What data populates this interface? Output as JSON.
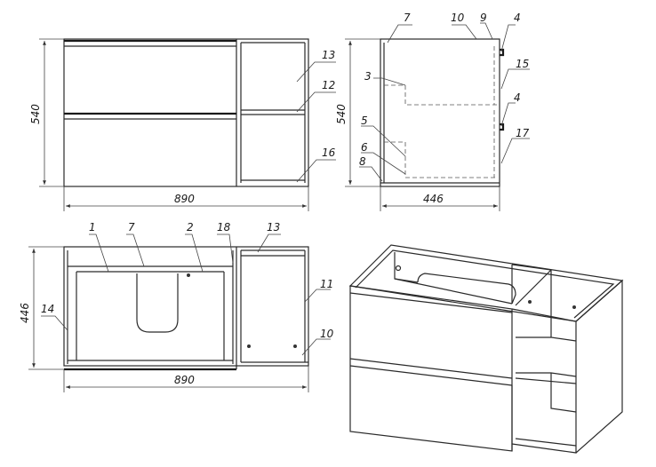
{
  "dimensions": {
    "front_width": "890",
    "front_height": "540",
    "side_depth": "446",
    "side_height": "540",
    "top_width": "890",
    "top_depth": "446"
  },
  "front_labels": [
    "13",
    "12",
    "16"
  ],
  "side_labels": [
    "7",
    "10",
    "9",
    "4",
    "15",
    "3",
    "4",
    "17",
    "5",
    "6",
    "8"
  ],
  "top_labels": [
    "1",
    "7",
    "2",
    "18",
    "13",
    "11",
    "14",
    "10"
  ]
}
